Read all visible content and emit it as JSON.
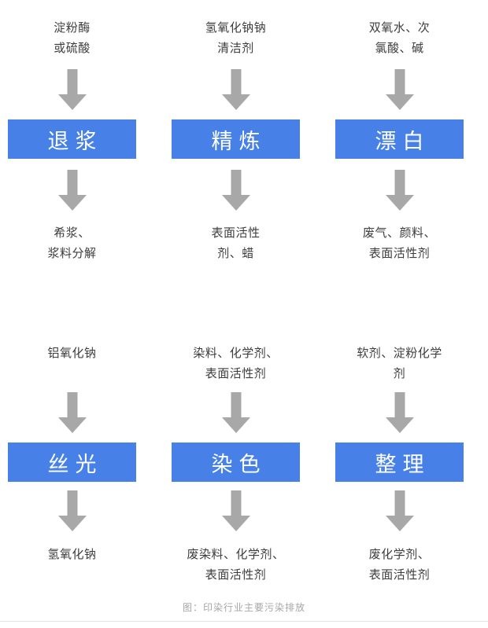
{
  "figure": {
    "caption": "图：印染行业主要污染排放",
    "colors": {
      "box_blue": "#4781E8",
      "box_text": "#FFFFFF",
      "arrow_gray": "#A8A8A8",
      "body_text": "#3D3D3D",
      "caption_text": "#A6A6A6",
      "divider": "#E5E5E5"
    },
    "stages": [
      {
        "name": "退浆",
        "inputs": [
          "淀粉酶",
          "或硫酸"
        ],
        "outputs": [
          "希浆、",
          "浆料分解"
        ]
      },
      {
        "name": "精炼",
        "inputs": [
          "氢氧化钠钠",
          "清洁剂"
        ],
        "outputs": [
          "表面活性",
          "剂、蜡"
        ]
      },
      {
        "name": "漂白",
        "inputs": [
          "双氧水、次",
          "氯酸、碱"
        ],
        "outputs": [
          "废气、颜料、",
          "表面活性剂"
        ]
      },
      {
        "name": "丝光",
        "inputs": [
          "铝氧化钠"
        ],
        "outputs": [
          "氢氧化钠"
        ]
      },
      {
        "name": "染色",
        "inputs": [
          "染料、化学剂、",
          "表面活性剂"
        ],
        "outputs": [
          "废染料、化学剂、",
          "表面活性剂"
        ]
      },
      {
        "name": "整理",
        "inputs": [
          "软剂、淀粉化学",
          "剂"
        ],
        "outputs": [
          "废化学剂、",
          "表面活性剂"
        ]
      }
    ]
  }
}
